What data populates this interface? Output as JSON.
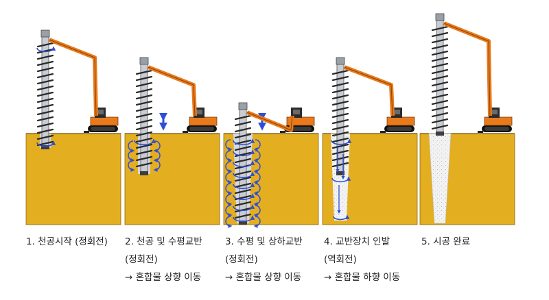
{
  "steps": [
    {
      "caption": [
        "1. 천공시작 (정회전)"
      ]
    },
    {
      "caption": [
        "2. 천공 및 수평교반",
        "(정회전)",
        "→ 혼합물 상향 이동"
      ]
    },
    {
      "caption": [
        "3. 수평 및 상하교반",
        "(정회전)",
        "→ 혼합물 상향 이동"
      ]
    },
    {
      "caption": [
        "4. 교반장치 인발",
        "(역회전)",
        "→ 혼합물 하향 이동"
      ]
    },
    {
      "caption": [
        "5. 시공 완료"
      ]
    }
  ],
  "colors": {
    "soil": "#E3AE1F",
    "soil_border": "#8a6a12",
    "excavator": "#E97A1B",
    "cab": "#2b2b2b",
    "track": "#111111",
    "rotation_arrow": "#2d4fd8",
    "mixed_column": "#d9dde6",
    "completed_pile": "#f0f0f0"
  },
  "icons": [
    "excavator-icon",
    "auger-icon",
    "rotation-arrow-icon",
    "vertical-arrow-icon"
  ]
}
